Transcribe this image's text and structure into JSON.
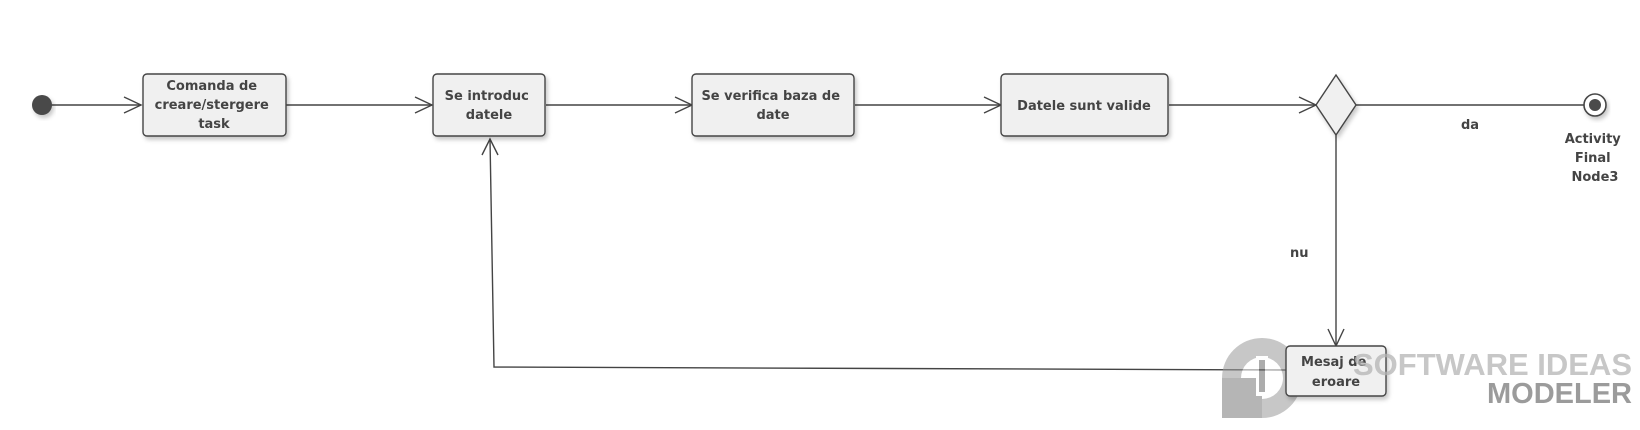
{
  "diagram": {
    "nodes": {
      "create_task": [
        "Comanda de",
        "creare/stergere",
        "task"
      ],
      "input_data": [
        "Se introduc",
        "datele"
      ],
      "check_db": [
        "Se verifica baza de",
        "date"
      ],
      "valid": [
        "Datele sunt valide"
      ],
      "error": [
        "Mesaj de",
        "eroare"
      ],
      "final": [
        "Activity",
        "Final",
        "Node3"
      ]
    },
    "edge_labels": {
      "yes": "da",
      "no": "nu"
    }
  },
  "watermark": {
    "line1": "SOFTWARE IDEAS",
    "line2": "MODELER"
  }
}
